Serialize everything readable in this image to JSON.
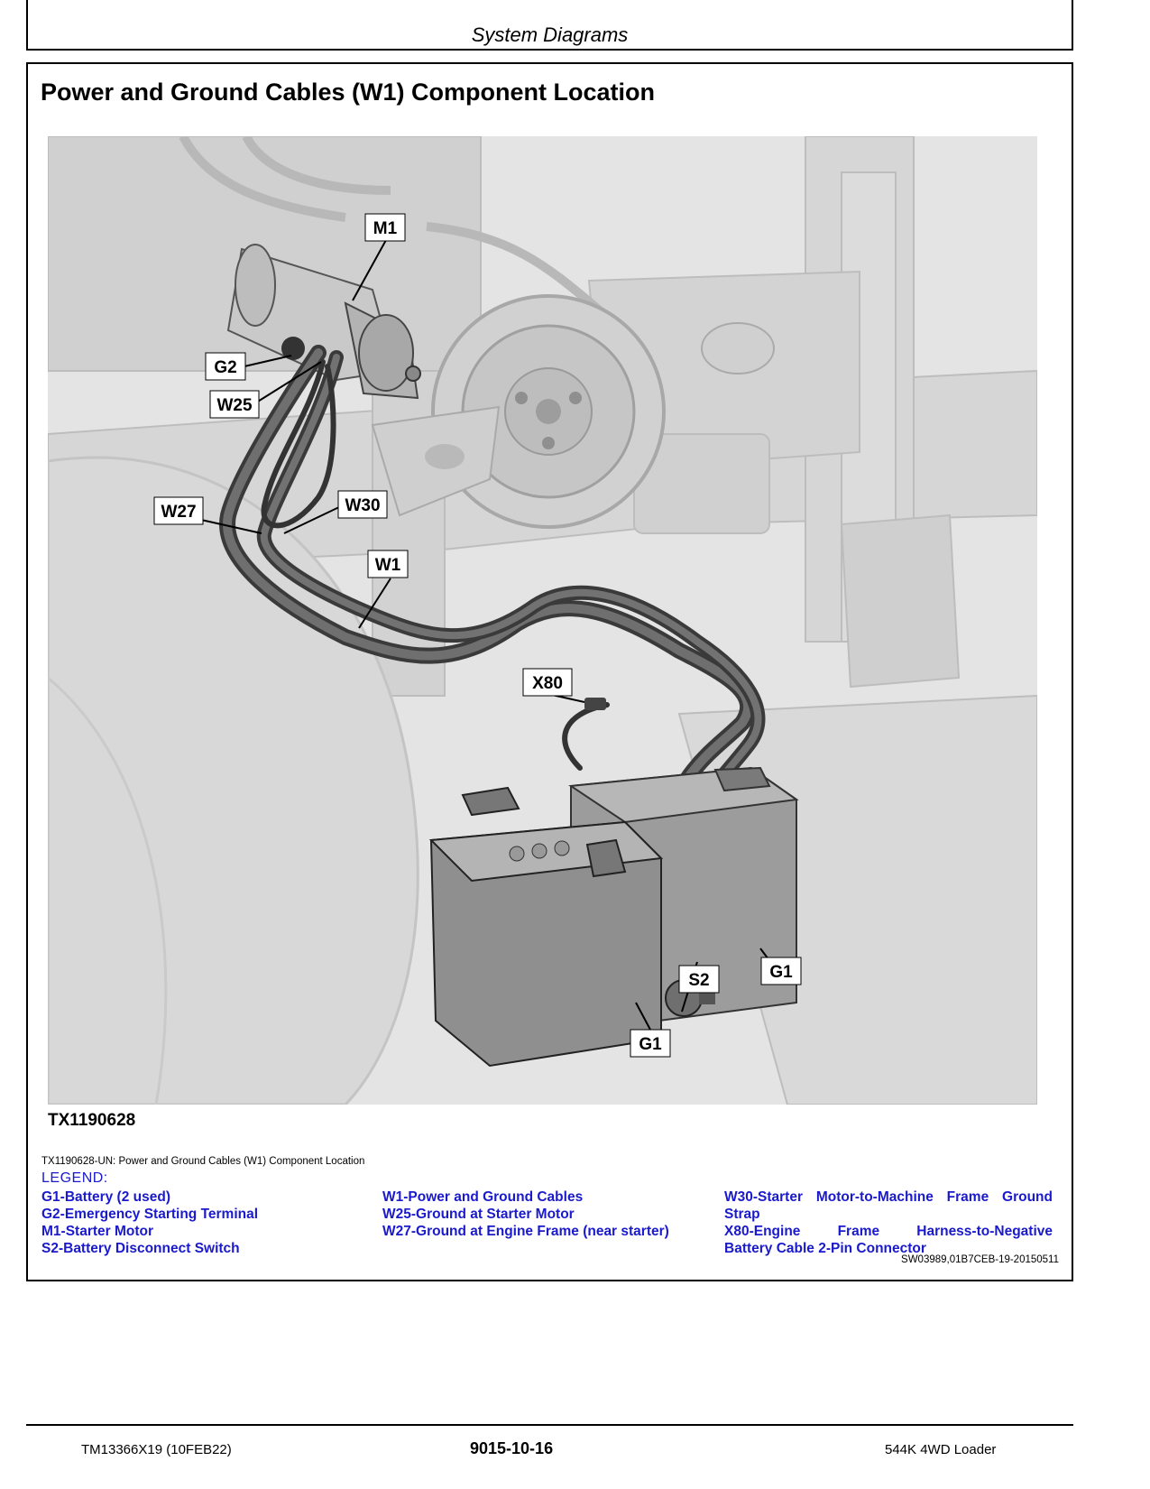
{
  "header": {
    "section": "System Diagrams"
  },
  "page_title": "Power and Ground Cables (W1) Component Location",
  "diagram": {
    "figure_id": "TX1190628",
    "callouts": {
      "M1": "M1",
      "G2": "G2",
      "W25": "W25",
      "W27": "W27",
      "W30": "W30",
      "W1": "W1",
      "X80": "X80",
      "S2": "S2",
      "G1_right": "G1",
      "G1_bottom": "G1"
    }
  },
  "caption": "TX1190628-UN: Power and Ground Cables (W1) Component Location",
  "legend": {
    "heading": "LEGEND:",
    "col1": [
      "G1-Battery (2 used)",
      "G2-Emergency Starting Terminal",
      "M1-Starter Motor",
      "S2-Battery Disconnect Switch"
    ],
    "col2": [
      "W1-Power and Ground Cables",
      "W25-Ground at Starter Motor",
      "W27-Ground at Engine Frame (near starter)"
    ],
    "col3": [
      "W30-Starter Motor-to-Machine Frame Ground",
      "Strap",
      "X80-Engine Frame Harness-to-Negative",
      "Battery Cable 2-Pin Connector"
    ]
  },
  "doc_ref": "SW03989,01B7CEB-19-20150511",
  "footer": {
    "left": "TM13366X19 (10FEB22)",
    "center": "9015-10-16",
    "right": "544K 4WD Loader"
  }
}
